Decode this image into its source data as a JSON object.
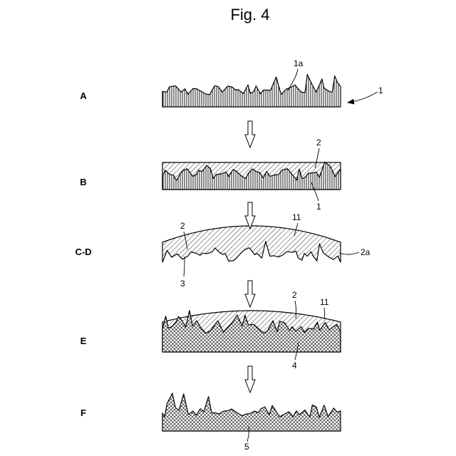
{
  "figure_title": "Fig. 4",
  "steps": {
    "a": "A",
    "b": "B",
    "cd": "C-D",
    "e": "E",
    "f": "F"
  },
  "refs": {
    "r1a": "1a",
    "r1": "1",
    "r2_b": "2",
    "r1_b": "1",
    "r11_c": "11",
    "r2_c": "2",
    "r2a": "2a",
    "r3": "3",
    "r2_e": "2",
    "r11_e": "11",
    "r4": "4",
    "r5": "5"
  },
  "colors": {
    "ink": "#000000",
    "background": "#ffffff"
  }
}
